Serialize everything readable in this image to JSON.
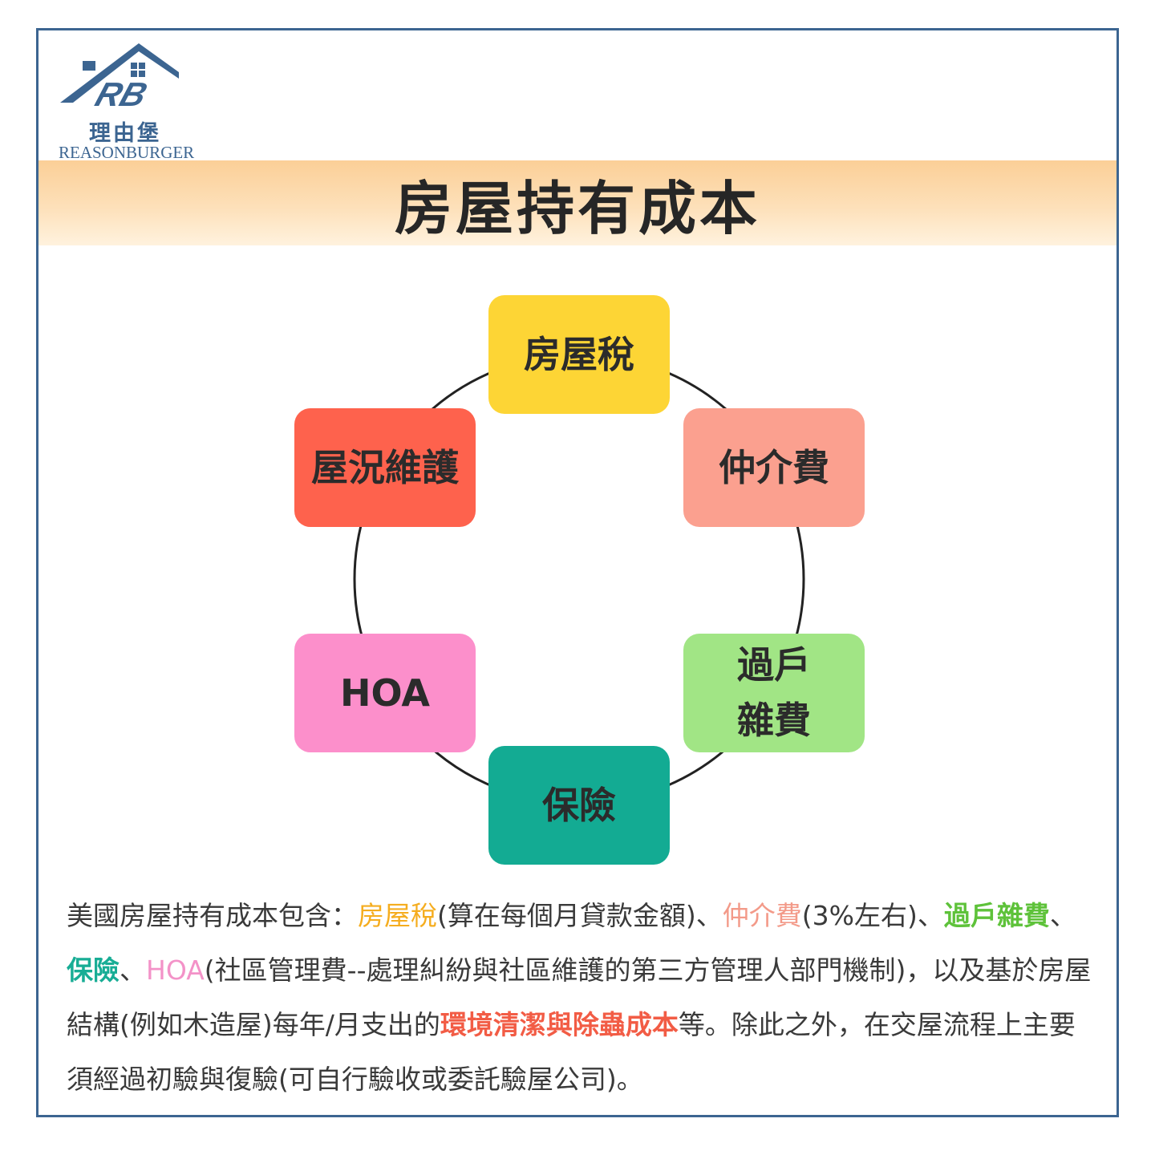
{
  "brand": {
    "logo_mark": "RB",
    "name_cn": "理由堡",
    "name_en": "REASONBURGER",
    "color": "#3c6591"
  },
  "title": "房屋持有成本",
  "diagram": {
    "nodes": [
      {
        "id": "property-tax",
        "label": "房屋稅",
        "color": "#fdd535"
      },
      {
        "id": "agent-fee",
        "label": "仲介費",
        "color": "#fba08f"
      },
      {
        "id": "transfer",
        "label": "過戶雜費",
        "line1": "過戶",
        "line2": "雜費",
        "color": "#a1e585"
      },
      {
        "id": "insurance",
        "label": "保險",
        "color": "#13ab93"
      },
      {
        "id": "hoa",
        "label": "HOA",
        "color": "#fc8fcb"
      },
      {
        "id": "maintenance",
        "label": "屋況維護",
        "color": "#fe624d"
      }
    ]
  },
  "description": {
    "p1": "美國房屋持有成本包含：",
    "h1": "房屋稅",
    "p2": "(算在每個月貸款金額)、",
    "h2": "仲介費",
    "p3": "(3%左右)、",
    "h3": "過戶雜費",
    "p4": "、",
    "h4": "保險",
    "p5": "、",
    "h5": "HOA",
    "p6": "(社區管理費--處理糾紛與社區維護的第三方管理人部門機制)，以及基於房屋結構(例如木造屋)每年/月支出的",
    "h6": "環境清潔與除蟲成本",
    "p7": "等。除此之外，在交屋流程上主要須經過初驗與復驗(可自行驗收或委託驗屋公司)。"
  }
}
